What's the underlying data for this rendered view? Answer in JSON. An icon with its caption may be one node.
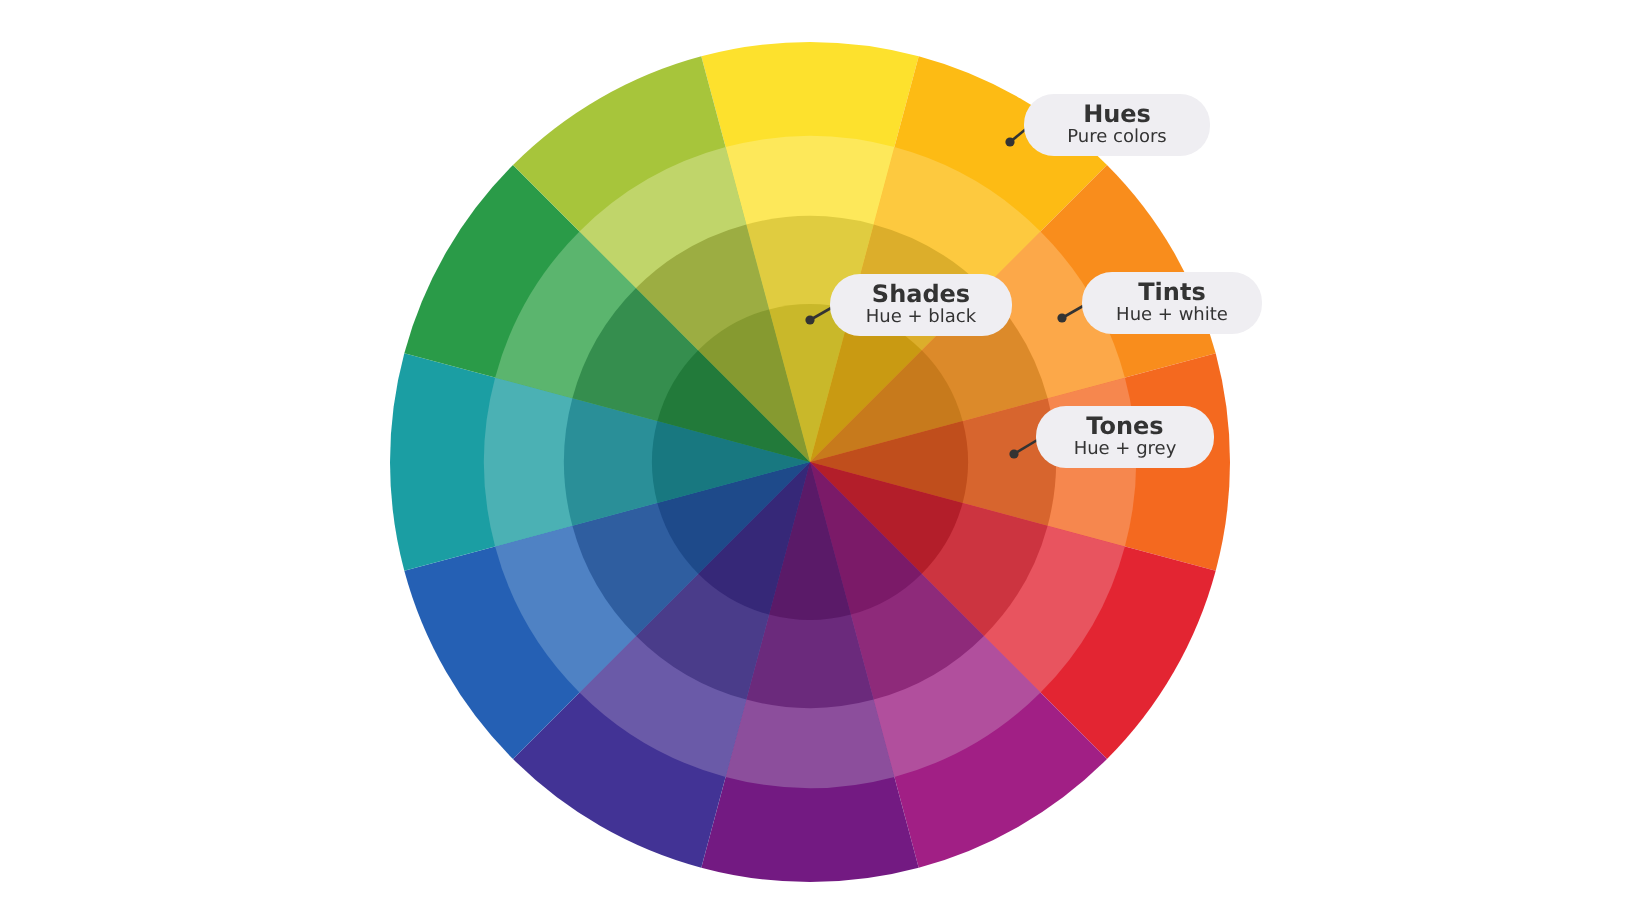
{
  "diagram": {
    "nodes": [
      {
        "text": [
          "Hues",
          "Pure colors"
        ]
      },
      {
        "text": [
          "Shades",
          "Hue + black"
        ]
      },
      {
        "text": [
          "Tints",
          "Hue + white"
        ]
      },
      {
        "text": [
          "Tones",
          "Hue + grey"
        ]
      }
    ],
    "edges": [
      {
        "from": 0,
        "to": null,
        "arrow": "other"
      },
      {
        "from": 1,
        "to": null,
        "arrow": "other"
      },
      {
        "from": 2,
        "to": null,
        "arrow": "other"
      },
      {
        "from": 3,
        "to": null,
        "arrow": "other"
      }
    ]
  }
}
